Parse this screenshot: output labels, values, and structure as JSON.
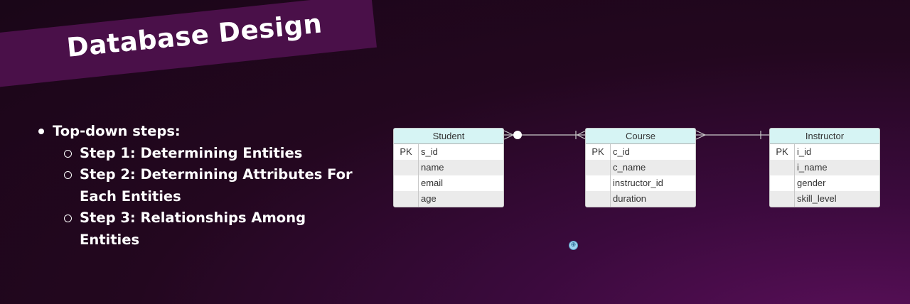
{
  "slide": {
    "title": "Database Design",
    "bullet": "Top-down steps:",
    "steps": [
      "Step 1: Determining Entities",
      "Step 2: Determining Attributes For Each Entities",
      "Step 3: Relationships Among Entities"
    ]
  },
  "diagram": {
    "entities": [
      {
        "name": "Student",
        "rows": [
          {
            "key": "PK",
            "attr": "s_id"
          },
          {
            "key": "",
            "attr": "name"
          },
          {
            "key": "",
            "attr": "email"
          },
          {
            "key": "",
            "attr": "age"
          }
        ]
      },
      {
        "name": "Course",
        "rows": [
          {
            "key": "PK",
            "attr": "c_id"
          },
          {
            "key": "",
            "attr": "c_name"
          },
          {
            "key": "",
            "attr": "instructor_id"
          },
          {
            "key": "",
            "attr": "duration"
          }
        ]
      },
      {
        "name": "Instructor",
        "rows": [
          {
            "key": "PK",
            "attr": "i_id"
          },
          {
            "key": "",
            "attr": "i_name"
          },
          {
            "key": "",
            "attr": "gender"
          },
          {
            "key": "",
            "attr": "skill_level"
          }
        ]
      }
    ]
  },
  "colors": {
    "banner": "#4a1049",
    "entity_header": "#d6f4f4",
    "relationship_line": "#c8c8c8"
  },
  "icons": {
    "cursor_marker": "globe-icon"
  }
}
